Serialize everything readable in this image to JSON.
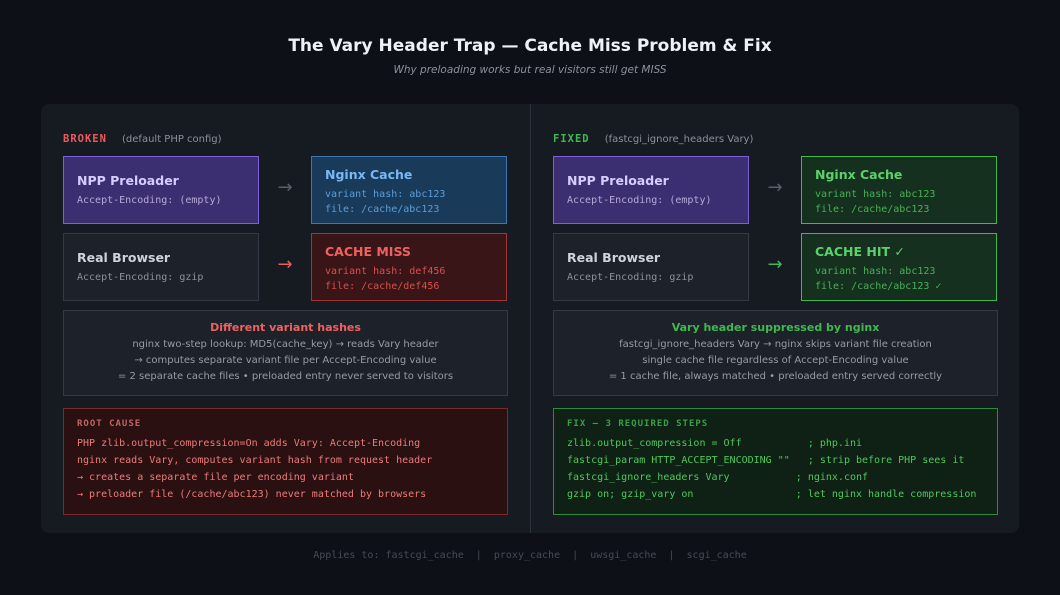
{
  "title": "The Vary Header Trap — Cache Miss Problem & Fix",
  "subtitle": "Why preloading works but real visitors still get MISS",
  "colors": {
    "broken": "#f05a5a",
    "fixed": "#3fb950",
    "preloader": "#3b2f72",
    "cache": "#1a3a5a"
  },
  "broken": {
    "tag": "BROKEN",
    "tag_sub": "(default PHP config)",
    "preloader": {
      "title": "NPP Preloader",
      "line": "Accept-Encoding: (empty)"
    },
    "browser": {
      "title": "Real Browser",
      "line": "Accept-Encoding: gzip"
    },
    "arrow1": "→",
    "arrow2": "→",
    "cache": {
      "title": "Nginx Cache",
      "lines": [
        "variant hash: abc123",
        "file: /cache/abc123"
      ]
    },
    "result": {
      "title": "CACHE MISS",
      "lines": [
        "variant hash: def456",
        "file: /cache/def456"
      ]
    },
    "explain": {
      "title": "Different variant hashes",
      "lines": [
        "nginx two-step lookup: MD5(cache_key) → reads Vary header",
        "→ computes separate variant file per Accept-Encoding value",
        "= 2 separate cache files  •  preloaded entry never served to visitors"
      ]
    },
    "code": {
      "title": "ROOT CAUSE",
      "lines": [
        "PHP zlib.output_compression=On adds Vary: Accept-Encoding",
        "nginx reads Vary, computes variant hash from request header",
        "→ creates a separate file per encoding variant",
        "→ preloader file (/cache/abc123) never matched by browsers"
      ]
    }
  },
  "fixed": {
    "tag": "FIXED",
    "tag_sub": "(fastcgi_ignore_headers Vary)",
    "preloader": {
      "title": "NPP Preloader",
      "line": "Accept-Encoding: (empty)"
    },
    "browser": {
      "title": "Real Browser",
      "line": "Accept-Encoding: gzip"
    },
    "arrow1": "→",
    "arrow2": "→",
    "cache": {
      "title": "Nginx Cache",
      "lines": [
        "variant hash: abc123",
        "file: /cache/abc123"
      ]
    },
    "result": {
      "title": "CACHE HIT ✓",
      "lines": [
        "variant hash: abc123",
        "file: /cache/abc123 ✓"
      ]
    },
    "explain": {
      "title": "Vary header suppressed by nginx",
      "lines": [
        "fastcgi_ignore_headers Vary → nginx skips variant file creation",
        "single cache file regardless of Accept-Encoding value",
        "= 1 cache file, always matched  •  preloaded entry served correctly"
      ]
    },
    "code": {
      "title": "FIX — 3 REQUIRED STEPS",
      "lines": [
        "zlib.output_compression = Off           ; php.ini",
        "fastcgi_param HTTP_ACCEPT_ENCODING \"\"   ; strip before PHP sees it",
        "fastcgi_ignore_headers Vary           ; nginx.conf",
        "gzip on; gzip_vary on                 ; let nginx handle compression"
      ]
    }
  },
  "footer": "Applies to: fastcgi_cache  |  proxy_cache  |  uwsgi_cache  |  scgi_cache"
}
